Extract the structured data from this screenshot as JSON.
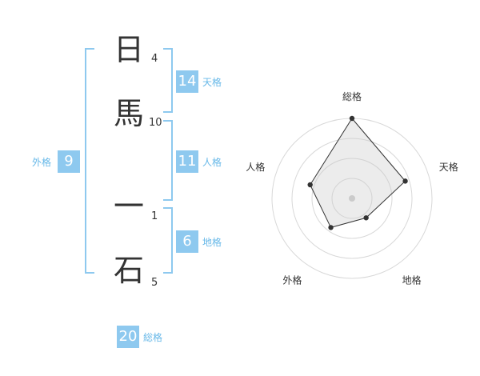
{
  "name": {
    "chars": [
      {
        "char": "日",
        "strokes": "4"
      },
      {
        "char": "馬",
        "strokes": "10"
      },
      {
        "char": "一",
        "strokes": "1"
      },
      {
        "char": "石",
        "strokes": "5"
      }
    ]
  },
  "fortunes": {
    "tenkaku": {
      "value": "14",
      "label": "天格"
    },
    "jinkaku": {
      "value": "11",
      "label": "人格"
    },
    "chikaku": {
      "value": "6",
      "label": "地格"
    },
    "gaikaku": {
      "value": "9",
      "label": "外格"
    },
    "soukaku": {
      "value": "20",
      "label": "総格"
    }
  },
  "colors": {
    "accent": "#8ec9ef",
    "label": "#67b8e8",
    "text": "#333333"
  },
  "chart_data": {
    "type": "radar",
    "axes": [
      "総格",
      "天格",
      "地格",
      "外格",
      "人格"
    ],
    "values": [
      20,
      14,
      6,
      9,
      11
    ],
    "rings": 4,
    "grid": true
  }
}
